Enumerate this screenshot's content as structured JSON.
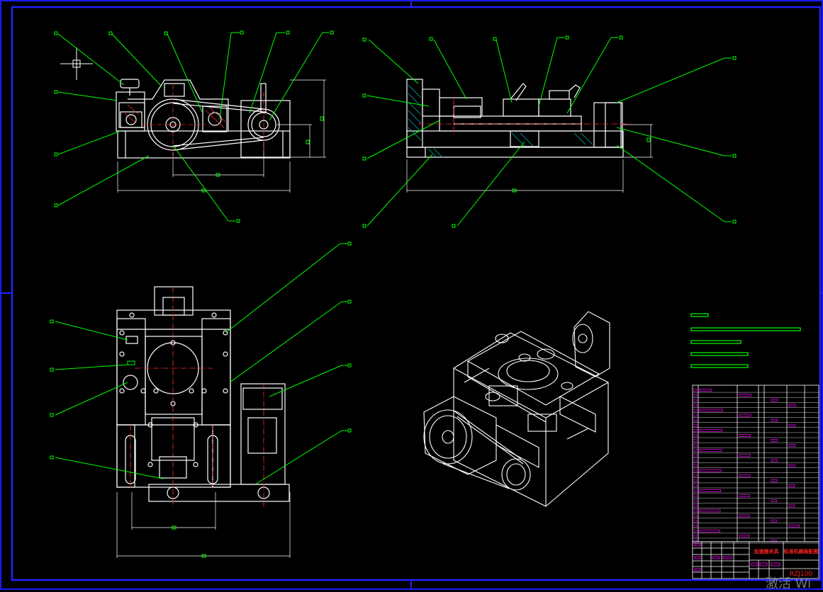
{
  "colors": {
    "background": "#000000",
    "frame": "#2222ff",
    "outline": "#ffffff",
    "leader": "#00ff00",
    "centerline": "#ff3030",
    "table_text": "#ff00ff",
    "title_red": "#ff2020",
    "hatch": "#00b0b0"
  },
  "title_block": {
    "name_label": "加速器夹具",
    "drawing_title": "标准机器装配图",
    "drawing_number": "RZJ100"
  },
  "watermark": "激活 Wi"
}
